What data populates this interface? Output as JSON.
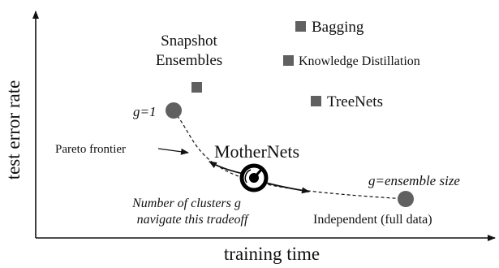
{
  "axes": {
    "x_label": "training time",
    "y_label": "test error rate"
  },
  "methods": [
    {
      "label": "Snapshot",
      "label_line2": "Ensembles"
    },
    {
      "label": "Bagging"
    },
    {
      "label": "Knowledge Distillation"
    },
    {
      "label": "TreeNets"
    }
  ],
  "frontier": {
    "pareto_label": "Pareto frontier",
    "g1_label": "g=1",
    "gmax_label": "g=ensemble size",
    "independent_label": "Independent (full data)",
    "mothernets_label": "MotherNets",
    "clusters_note_line1": "Number of clusters g",
    "clusters_note_line2": "navigate this tradeoff"
  },
  "colors": {
    "marker": "#606060",
    "text": "#111111",
    "axis": "#111111",
    "dial_ring": "#000000"
  },
  "icons": {
    "dial": "speedometer-icon"
  }
}
